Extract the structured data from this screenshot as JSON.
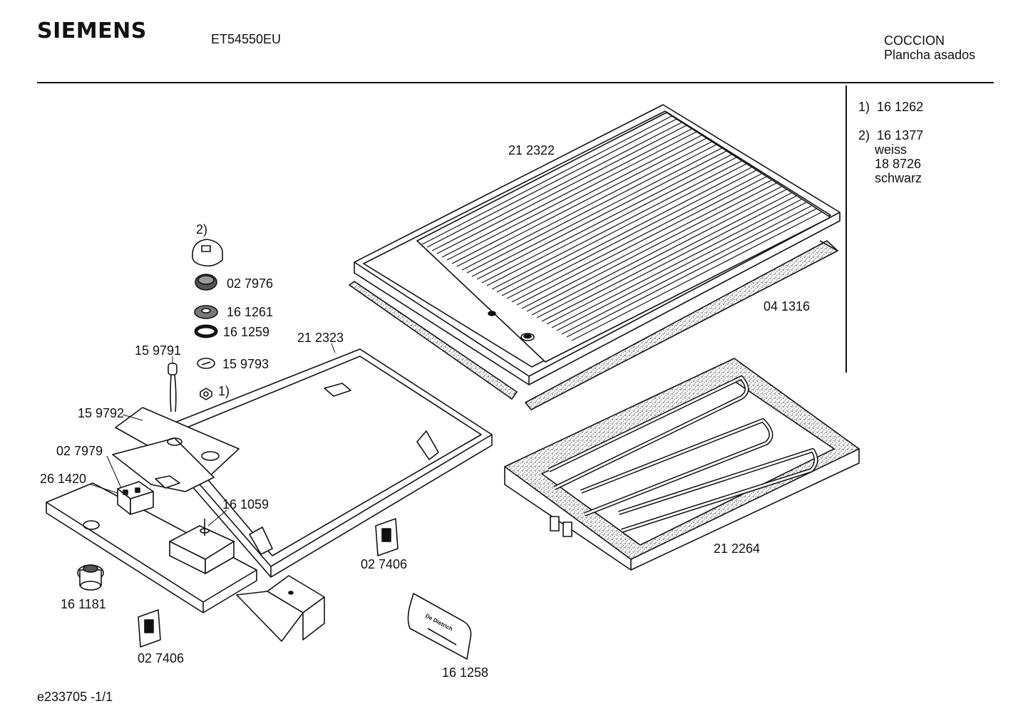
{
  "header": {
    "brand": "SIEMENS",
    "model": "ET54550EU",
    "category_line1": "COCCION",
    "category_line2": "Plancha asados"
  },
  "notes": {
    "n1_ref": "1)",
    "n1_part": "16 1262",
    "n2_ref": "2)",
    "n2_part": "16 1377",
    "n2_color1": "weiss",
    "n2_part2": "18 8726",
    "n2_color2": "schwarz"
  },
  "footer": {
    "doc_id": "e233705   -1/1"
  },
  "parts": {
    "grill_plate": "21 2322",
    "seal": "04 1316",
    "knob_ref": "2)",
    "p027976": "02 7976",
    "p161261": "16 1261",
    "p161259": "16 1259",
    "p159793": "15 9793",
    "nut_ref": "1)",
    "p159791": "15 9791",
    "frame": "21 2323",
    "p159792": "15 9792",
    "p027979": "02 7979",
    "p261420": "26 1420",
    "p161059": "16 1059",
    "p027406a": "02 7406",
    "heating_element": "21 2264",
    "p161181": "16 1181",
    "p027406b": "02 7406",
    "p161258": "16 1258"
  },
  "badge_text": "De Dietrich"
}
